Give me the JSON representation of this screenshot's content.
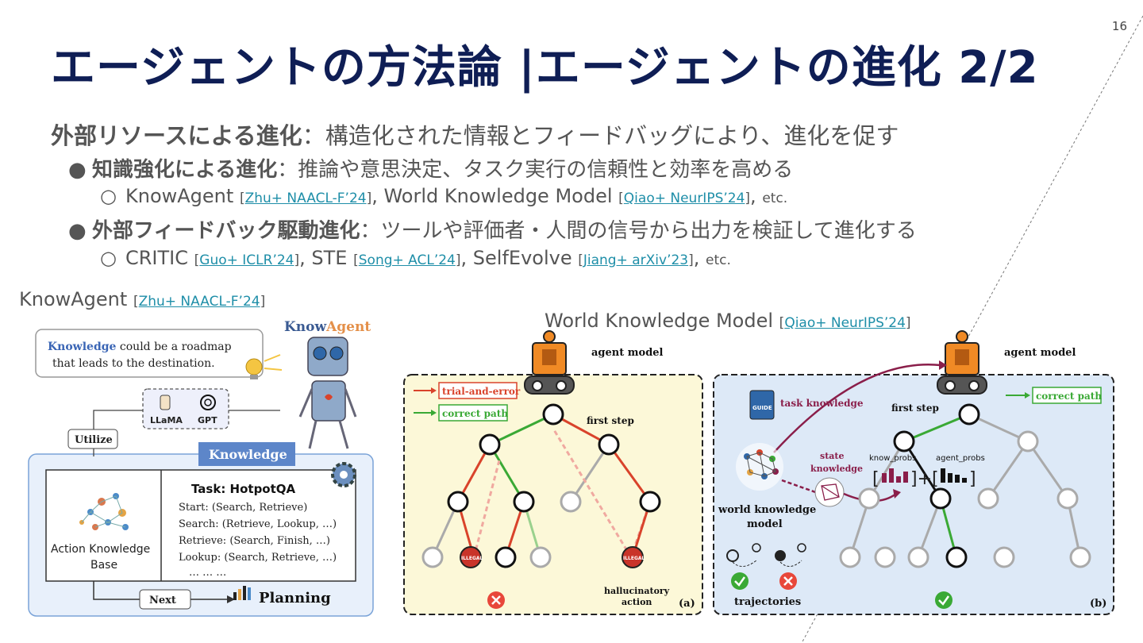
{
  "slide_number": "16",
  "title": "エージェントの方法論 |エージェントの進化 2/2",
  "intro": {
    "bold": "外部リソースによる進化",
    "rest": "：構造化された情報とフィードバッグにより、進化を促す"
  },
  "bullets": [
    {
      "bold": "知識強化による進化",
      "rest": "：推論や意思決定、タスク実行の信頼性と効率を高める",
      "sub": {
        "parts": [
          {
            "name": "KnowAgent",
            "ref": "Zhu+ NAACL-F’24",
            "sep": ", "
          },
          {
            "name": "World Knowledge Model",
            "ref": "Qiao+ NeurIPS’24",
            "sep": ", "
          }
        ],
        "tail": "etc."
      }
    },
    {
      "bold": "外部フィードバック駆動進化",
      "rest": "：ツールや評価者・人間の信号から出力を検証して進化する",
      "sub": {
        "parts": [
          {
            "name": "CRITIC",
            "ref": "Guo+ ICLR’24",
            "sep": ", "
          },
          {
            "name": "STE",
            "ref": "Song+ ACL’24",
            "sep": ", "
          },
          {
            "name": "SelfEvolve",
            "ref": "Jiang+ arXiv’23",
            "sep": ", "
          }
        ],
        "tail": "etc."
      }
    }
  ],
  "captions": {
    "knowagent": {
      "name": "KnowAgent",
      "ref": "Zhu+ NAACL-F’24"
    },
    "wkm": {
      "name": "World Knowledge Model",
      "ref": "Qiao+ NeurIPS’24"
    }
  },
  "knowagent_fig": {
    "bubble_kw": "Knowledge",
    "bubble_rest1": " could be a roadmap",
    "bubble_rest2": "that leads to  the destination.",
    "logo_know": "Know",
    "logo_agent": "Agent",
    "llama": "LLaMA",
    "gpt": "GPT",
    "utilize": "Utilize",
    "knowledge_tab": "Knowledge",
    "task_title": "Task:  HotpotQA",
    "task_lines": [
      "Start: (Search, Retrieve)",
      "Search: (Retrieve, Lookup, …)",
      "Retrieve: (Search, Finish, …)",
      "Lookup: (Search, Retrieve, …)",
      "… … …"
    ],
    "akb1": "Action Knowledge",
    "akb2": "Base",
    "next": "Next",
    "planning": "Planning"
  },
  "wkm_fig": {
    "agent_model": "agent model",
    "trial": "trial-and-error",
    "correct": "correct path",
    "first_step": "first step",
    "illegal": "ILLEGAL",
    "halluc1": "hallucinatory",
    "halluc2": "action",
    "label_a": "(a)",
    "label_b": "(b)",
    "task_knowledge": "task knowledge",
    "guide": "GUIDE",
    "state1": "state",
    "state2": "knowledge",
    "wkm1": "world knowledge",
    "wkm2": "model",
    "know_probs": "know_probs",
    "agent_probs": "agent_probs",
    "trajectories": "trajectories"
  },
  "colors": {
    "title": "#0f1e55",
    "link": "#1e8ea8",
    "red": "#d9432b",
    "green": "#3aa935",
    "maroon": "#8a1e4a"
  }
}
